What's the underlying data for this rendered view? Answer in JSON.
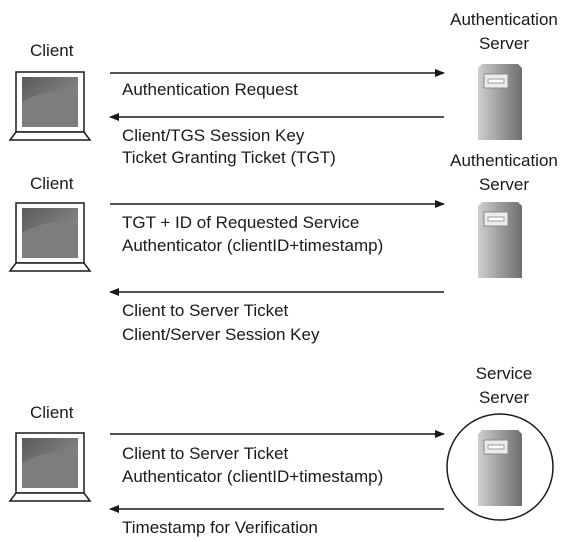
{
  "steps": [
    {
      "client_label": "Client",
      "server_label_1": "Authentication",
      "server_label_2": "Server",
      "request_text": "Authentication Request",
      "response_line_1": "Client/TGS Session Key",
      "response_line_2": "Ticket Granting Ticket (TGT)"
    },
    {
      "client_label": "Client",
      "server_label_1": "Authentication",
      "server_label_2": "Server",
      "request_line_1": "TGT + ID of Requested Service",
      "request_line_2": "Authenticator (clientID+timestamp)",
      "response_line_1": "Client to Server Ticket",
      "response_line_2": "Client/Server Session Key"
    },
    {
      "client_label": "Client",
      "server_label_1": "Service",
      "server_label_2": "Server",
      "request_line_1": "Client to Server Ticket",
      "request_line_2": "Authenticator (clientID+timestamp)",
      "response_text": "Timestamp for Verification"
    }
  ]
}
